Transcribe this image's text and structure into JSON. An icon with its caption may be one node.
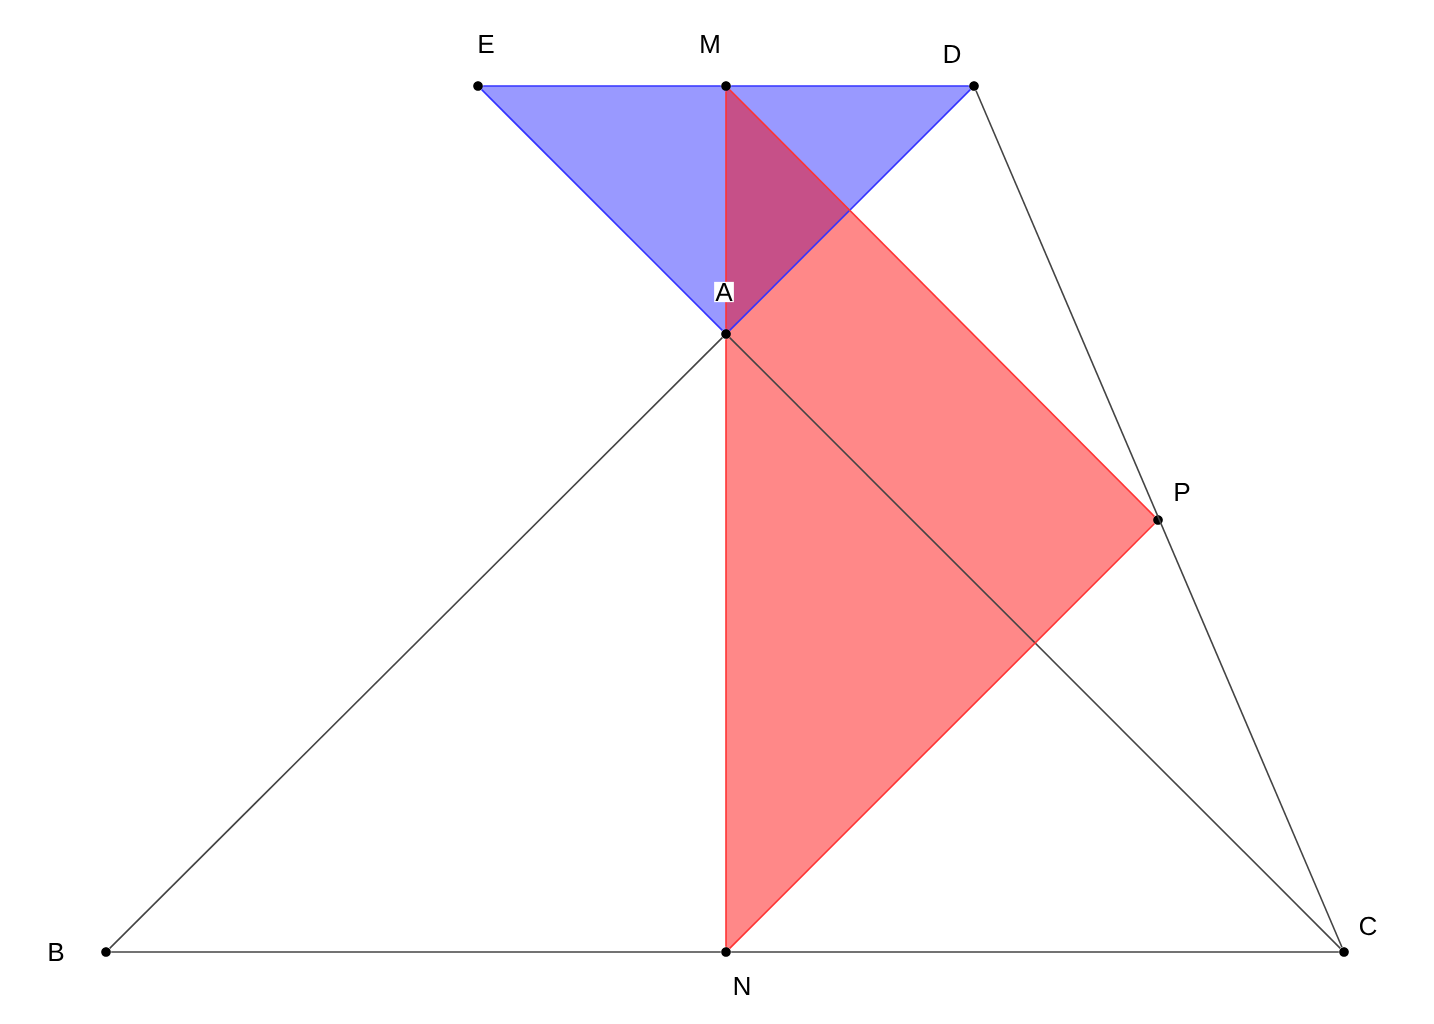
{
  "diagram": {
    "nodes": [
      {
        "text": [],
        "shape": "circle",
        "beside": [
          "E"
        ]
      },
      {
        "text": [],
        "shape": "circle",
        "beside": [
          "M"
        ]
      },
      {
        "text": [],
        "shape": "circle",
        "beside": [
          "D"
        ]
      },
      {
        "text": [],
        "shape": "circle",
        "beside": [
          "A"
        ]
      },
      {
        "text": [],
        "shape": "circle",
        "beside": [
          "P"
        ]
      },
      {
        "text": [],
        "shape": "circle",
        "beside": [
          "B"
        ]
      },
      {
        "text": [],
        "shape": "circle",
        "beside": [
          "N"
        ]
      },
      {
        "text": [],
        "shape": "circle",
        "beside": [
          "C"
        ]
      }
    ],
    "edges": [
      {
        "from": 5,
        "to": 3,
        "arrow": "none"
      },
      {
        "from": 3,
        "to": 7,
        "arrow": "none"
      },
      {
        "from": 5,
        "to": 6,
        "arrow": "none"
      },
      {
        "from": 6,
        "to": 7,
        "arrow": "none"
      },
      {
        "from": 2,
        "to": 7,
        "arrow": "none"
      },
      {
        "from": 0,
        "to": 1,
        "arrow": "none",
        "color": "#3333ff"
      },
      {
        "from": 1,
        "to": 2,
        "arrow": "none",
        "color": "#3333ff"
      },
      {
        "from": 0,
        "to": 3,
        "arrow": "none",
        "color": "#3333ff"
      },
      {
        "from": 3,
        "to": 2,
        "arrow": "none",
        "color": "#3333ff"
      },
      {
        "from": 1,
        "to": 3,
        "arrow": "none",
        "color": "#ff3333"
      },
      {
        "from": 3,
        "to": 6,
        "arrow": "none",
        "color": "#ff3333"
      },
      {
        "from": 1,
        "to": 4,
        "arrow": "none",
        "color": "#ff3333"
      },
      {
        "from": 4,
        "to": 6,
        "arrow": "none",
        "color": "#ff3333"
      }
    ]
  }
}
